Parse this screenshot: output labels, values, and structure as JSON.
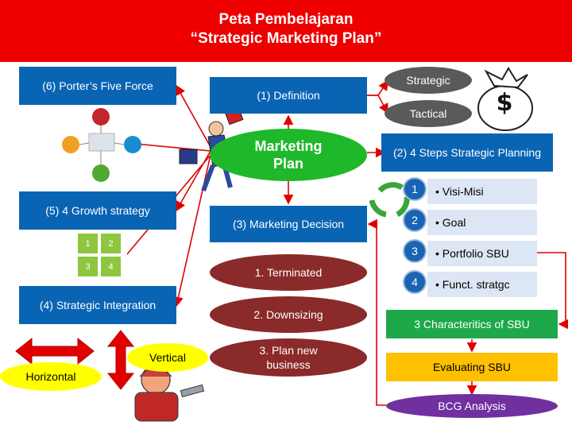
{
  "header": {
    "line1": "Peta Pembelajaran",
    "line2": "“Strategic Marketing Plan”"
  },
  "left": {
    "porter": "(6) Porter’s Five Force",
    "growth": "(5) 4 Growth strategy",
    "integration": "(4) Strategic Integration",
    "grid": [
      "1",
      "2",
      "3",
      "4"
    ],
    "vertical": "Vertical",
    "horizontal": "Horizontal"
  },
  "center": {
    "definition": "(1) Definition",
    "marketing_plan": "Marketing Plan",
    "decision": "(3) Marketing Decision",
    "decisions": [
      "1. Terminated",
      "2. Downsizing",
      "3. Plan new business"
    ]
  },
  "right": {
    "strategic": "Strategic",
    "tactical": "Tactical",
    "four_steps": "(2) 4 Steps Strategic Planning",
    "steps": [
      {
        "num": "1",
        "label": "• Visi-Misi"
      },
      {
        "num": "2",
        "label": "• Goal"
      },
      {
        "num": "3",
        "label": "• Portfolio SBU"
      },
      {
        "num": "4",
        "label": "• Funct. stratgc"
      }
    ],
    "characteristics": "3 Characteritics of SBU",
    "evaluating": "Evaluating SBU",
    "bcg": "BCG Analysis",
    "dollar": "$"
  },
  "colors": {
    "red": "#ee0000",
    "blue": "#0a64b4",
    "green": "#1fa84a",
    "yellow": "#ffc000",
    "purple": "#7030a0",
    "maroon": "#8b2a2a"
  }
}
